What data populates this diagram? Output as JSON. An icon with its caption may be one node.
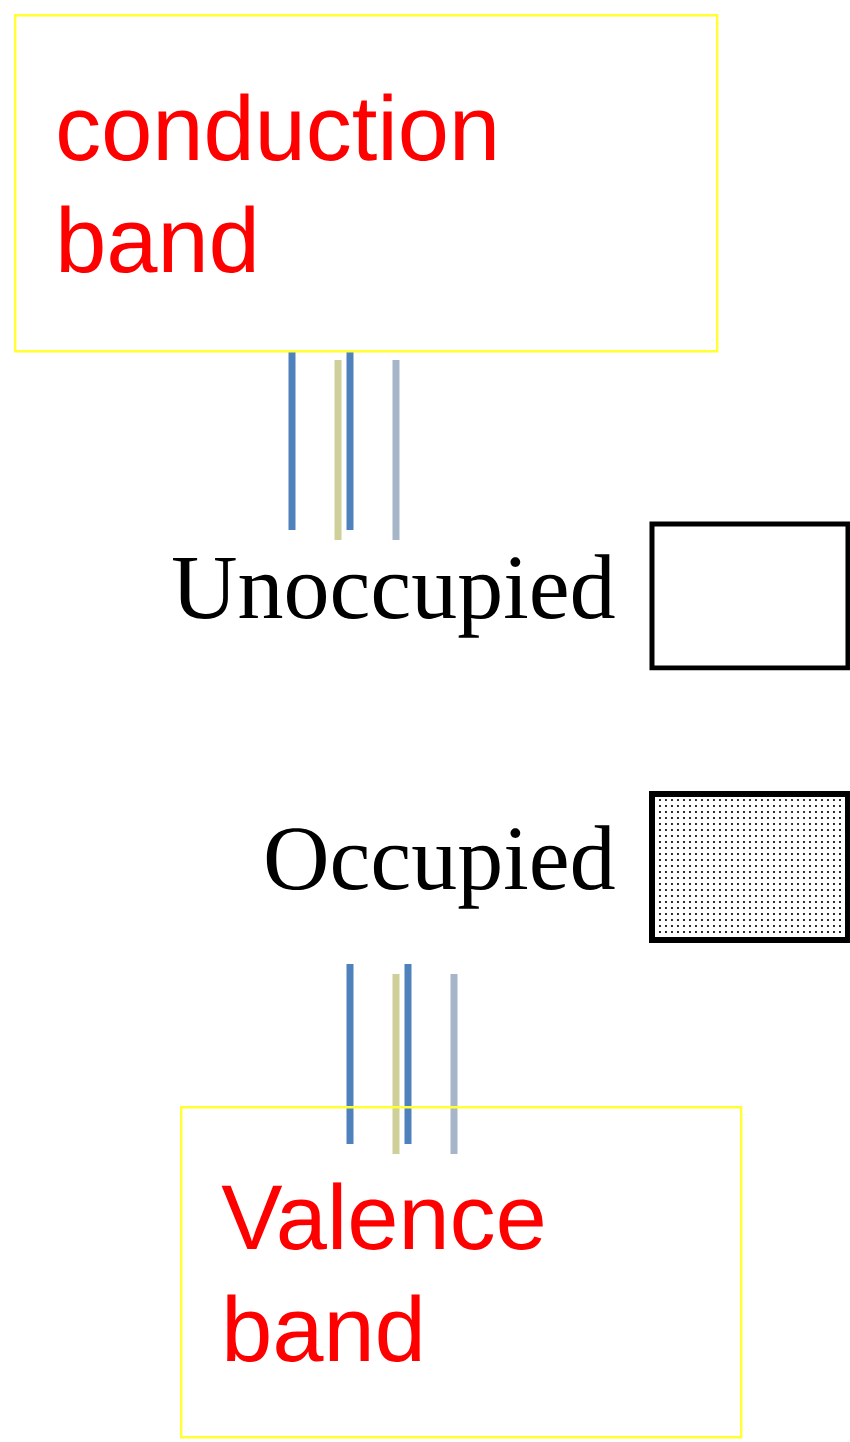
{
  "diagram": {
    "nodes": [
      {
        "text": [
          "conduction band"
        ]
      },
      {
        "text": [
          "Valence band"
        ]
      }
    ],
    "legend": [
      {
        "text": "Unoccupied"
      },
      {
        "text": "Occupied"
      }
    ]
  }
}
